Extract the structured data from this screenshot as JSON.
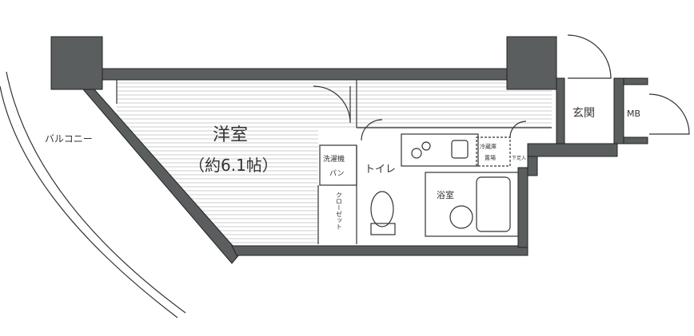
{
  "rooms": {
    "western_room": "洋室",
    "western_room_size": "（約6.1帖）",
    "balcony": "バルコニー",
    "entrance": "玄関",
    "meter_box": "MB",
    "washer_pan_line1": "洗濯機",
    "washer_pan_line2": "パン",
    "toilet": "トイレ",
    "closet": "クローゼット",
    "bathroom": "浴室",
    "fridge_line1": "冷蔵庫",
    "fridge_line2": "置場",
    "shoe_cabinet": "下足入"
  },
  "colors": {
    "wall": "#5a5e5e",
    "line": "#333333"
  }
}
